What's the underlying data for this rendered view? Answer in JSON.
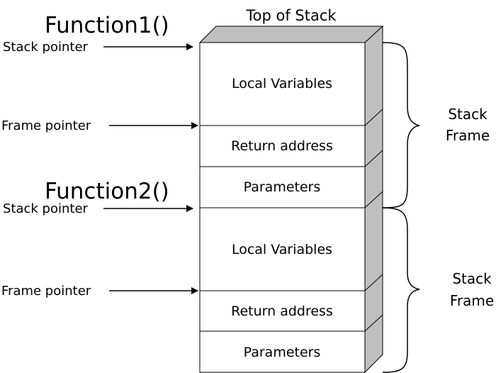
{
  "diagram": {
    "top_label": "Top of Stack",
    "functions": [
      {
        "name": "Function1()",
        "stack_pointer_label": "Stack pointer",
        "frame_pointer_label": "Frame pointer",
        "cells": [
          "Local Variables",
          "Return address",
          "Parameters"
        ],
        "frame_label": [
          "Stack",
          "Frame"
        ]
      },
      {
        "name": "Function2()",
        "stack_pointer_label": "Stack pointer",
        "frame_pointer_label": "Frame pointer",
        "cells": [
          "Local Variables",
          "Return address",
          "Parameters"
        ],
        "frame_label": [
          "Stack",
          "Frame"
        ]
      }
    ]
  }
}
